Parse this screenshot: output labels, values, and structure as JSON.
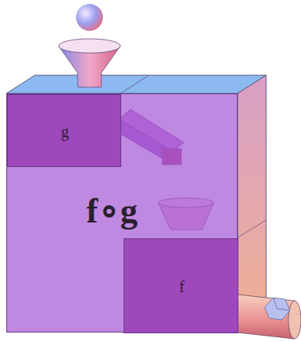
{
  "diagram": {
    "nodes": [
      {
        "text": [
          "f∘g"
        ]
      },
      {
        "text": [
          "g"
        ],
        "in": 0
      },
      {
        "text": [
          "f"
        ],
        "in": 0
      }
    ]
  }
}
